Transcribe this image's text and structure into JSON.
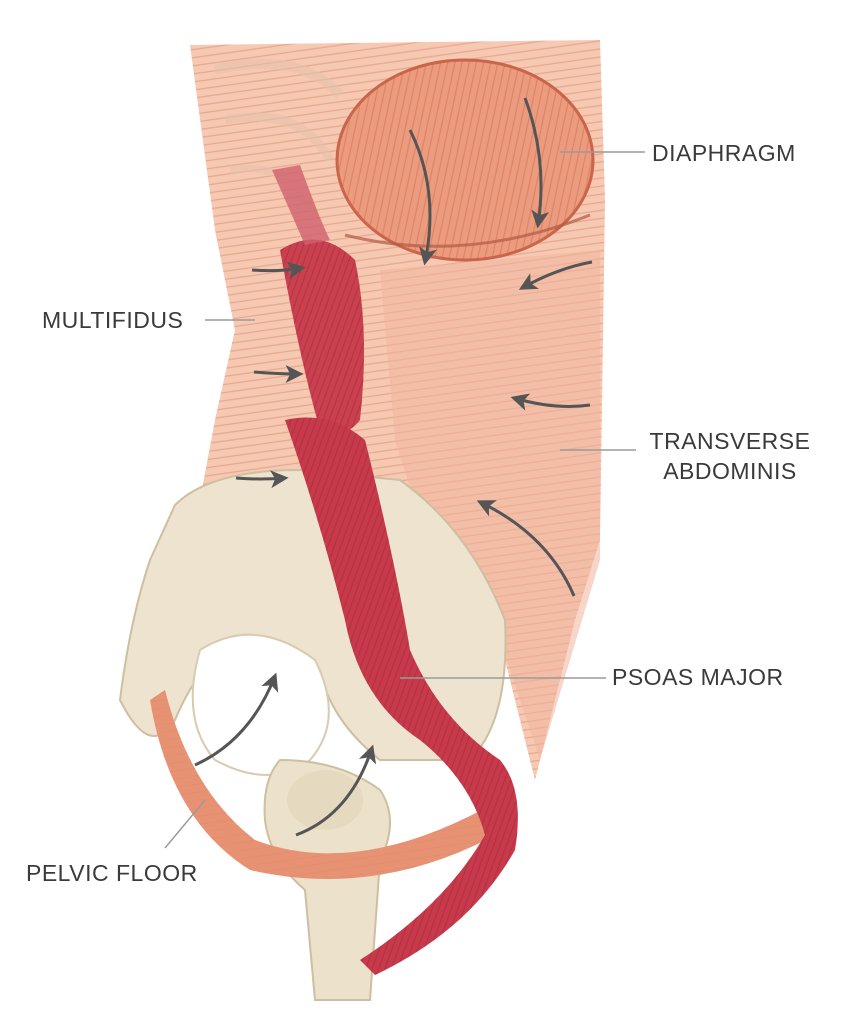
{
  "labels": {
    "diaphragm": "DIAPHRAGM",
    "multifidus": "MULTIFIDUS",
    "transverse_line1": "TRANSVERSE",
    "transverse_line2": "ABDOMINIS",
    "psoas": "PSOAS MAJOR",
    "pelvic_floor": "PELVIC FLOOR"
  },
  "colors": {
    "label_text": "#3a3a3a",
    "leader_line": "#9a9a9a",
    "arrow": "#555555",
    "muscle_light": "#e9a48a",
    "muscle_dark": "#c9414f",
    "bone": "#ede3cf"
  }
}
